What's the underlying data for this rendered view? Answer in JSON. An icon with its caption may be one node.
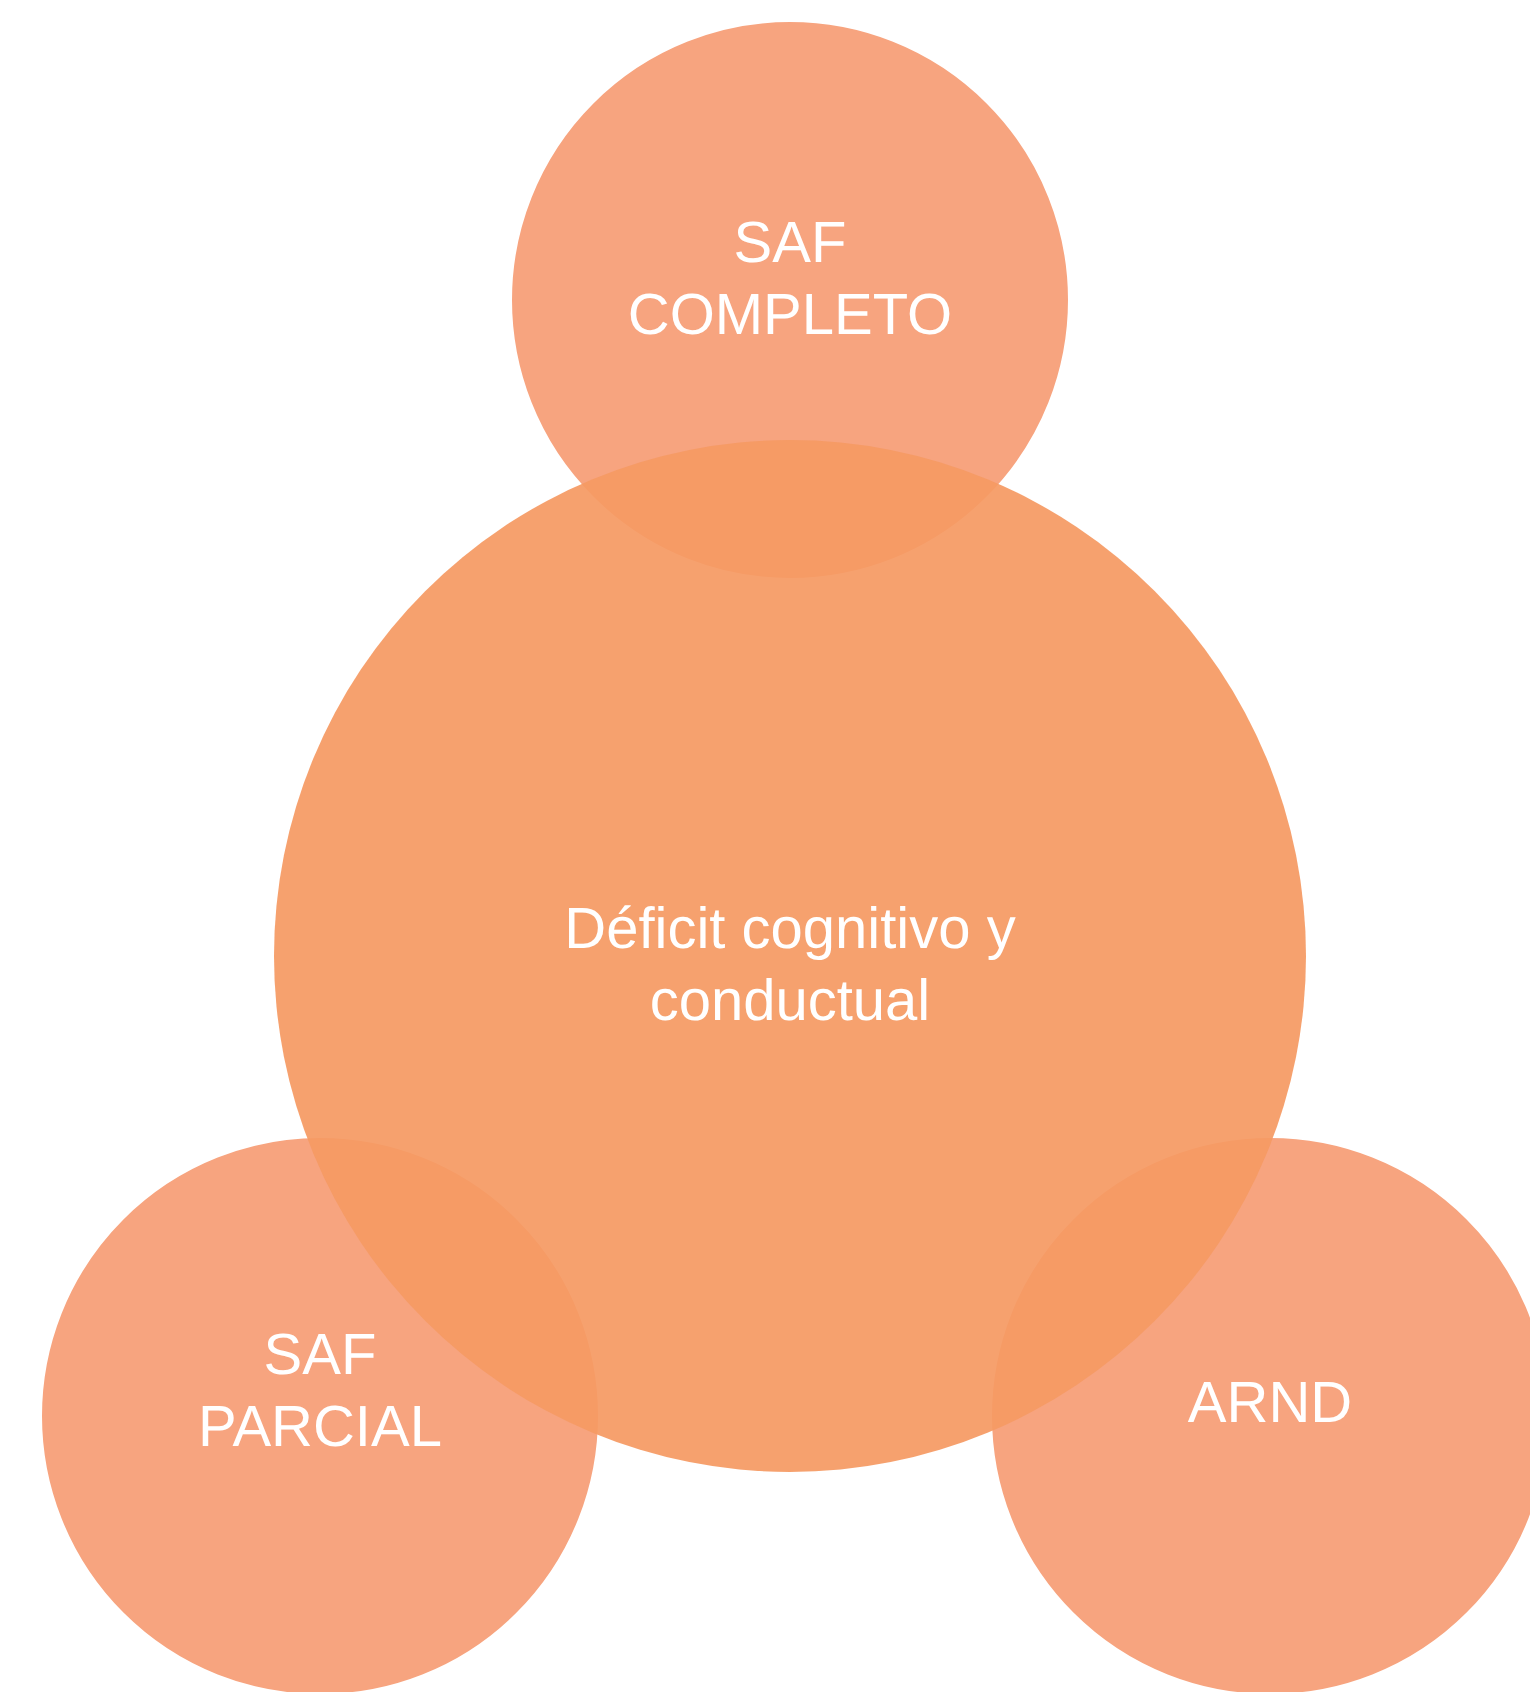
{
  "diagram": {
    "nodes": [
      {
        "text": [
          "SAF COMPLETO"
        ]
      },
      {
        "text": [
          "Déficit cognitivo y conductual"
        ]
      },
      {
        "text": [
          "SAF PARCIAL"
        ]
      },
      {
        "text": [
          "ARND"
        ]
      }
    ]
  }
}
